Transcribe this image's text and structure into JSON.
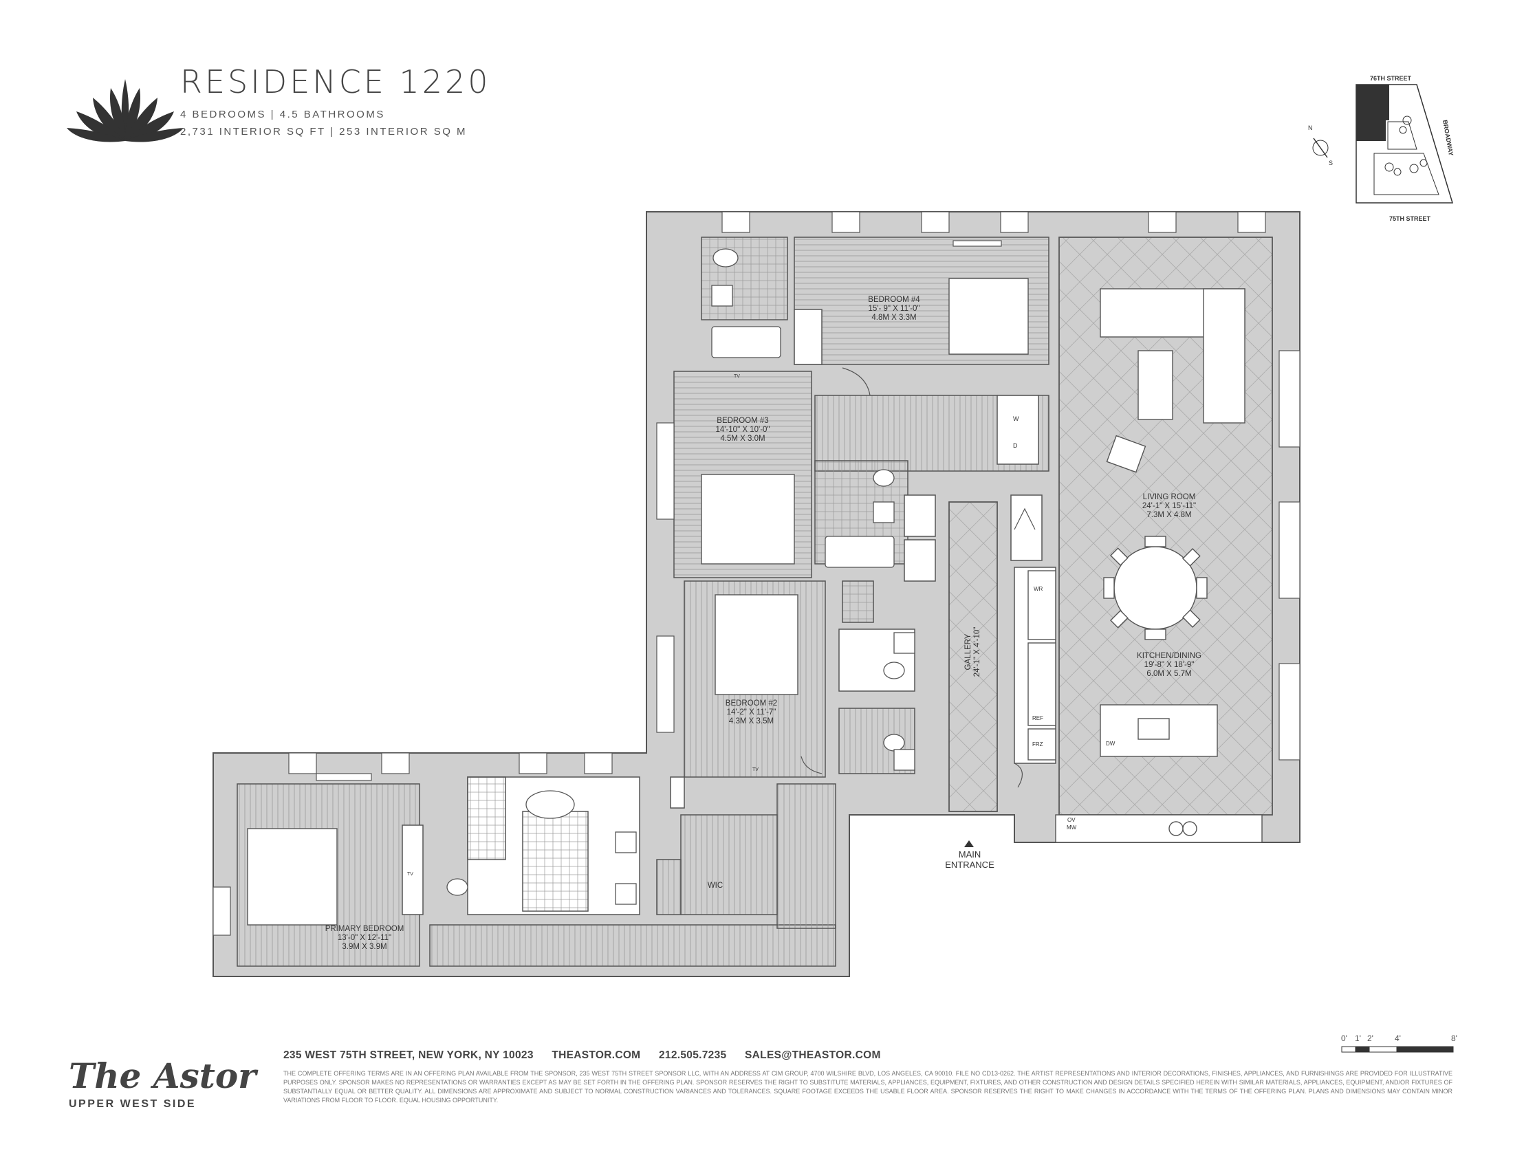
{
  "header": {
    "title": "RESIDENCE 1220",
    "line1": "4 BEDROOMS | 4.5 BATHROOMS",
    "line2": "2,731 INTERIOR SQ FT | 253 INTERIOR SQ M"
  },
  "keyplan": {
    "street_top": "76TH STREET",
    "street_bottom": "75TH STREET",
    "avenue": "BROADWAY",
    "north": "N",
    "south": "S"
  },
  "rooms": {
    "bedroom4": {
      "name": "BEDROOM #4",
      "dims_imperial": "15'- 9\" X 11'-0\"",
      "dims_metric": "4.8M X 3.3M"
    },
    "bedroom3": {
      "name": "BEDROOM #3",
      "dims_imperial": "14'-10\" X 10'-0\"",
      "dims_metric": "4.5M X 3.0M"
    },
    "bedroom2": {
      "name": "BEDROOM #2",
      "dims_imperial": "14'-2\" X 11'-7\"",
      "dims_metric": "4.3M X 3.5M"
    },
    "primary": {
      "name": "PRIMARY BEDROOM",
      "dims_imperial": "13'-0\" X 12'-11\"",
      "dims_metric": "3.9M X 3.9M"
    },
    "living": {
      "name": "LIVING ROOM",
      "dims_imperial": "24'-1\" X 15'-11\"",
      "dims_metric": "7.3M X 4.8M"
    },
    "kitchen": {
      "name": "KITCHEN/DINING",
      "dims_imperial": "19'-8\" X 18'-9\"",
      "dims_metric": "6.0M X 5.7M"
    },
    "gallery": {
      "name": "GALLERY",
      "dims_imperial": "24'-1\" X 4'-10\""
    },
    "wic": {
      "name": "WIC"
    },
    "entrance": {
      "line1": "MAIN",
      "line2": "ENTRANCE"
    }
  },
  "fixtures": {
    "washer": "W",
    "dryer": "D",
    "wr": "WR",
    "ref": "REF",
    "frz": "FRZ",
    "dw": "DW",
    "ov": "OV",
    "mw": "MW",
    "tv": "TV"
  },
  "footer": {
    "brand": "The Astor",
    "area": "UPPER WEST SIDE",
    "address": "235 WEST 75TH STREET, NEW YORK, NY 10023",
    "website": "THEASTOR.COM",
    "phone": "212.505.7235",
    "email": "SALES@THEASTOR.COM",
    "disclaimer": "The complete offering terms are in an offering plan available from the sponsor, 235 West 75th Street Sponsor LLC, with an address at CIM Group, 4700 Wilshire Blvd, Los Angeles, CA 90010. File No CD13-0262. The artist representations and interior decorations, finishes, appliances, and furnishings are provided for illustrative purposes only. Sponsor makes no representations or warranties except as may be set forth in the offering plan. Sponsor reserves the right to substitute materials, appliances, equipment, fixtures, and other construction and design details specified herein with similar materials, appliances, equipment, and/or fixtures of substantially equal or better quality. All dimensions are approximate and subject to normal construction variances and tolerances. Square footage exceeds the usable floor area. Sponsor reserves the right to make changes in accordance with the terms of the offering plan. Plans and dimensions may contain minor variations from floor to floor. Equal housing opportunity."
  },
  "scale": {
    "t0": "0'",
    "t1": "1'",
    "t2": "2'",
    "t4": "4'",
    "t8": "8'"
  },
  "colors": {
    "wall": "#cfcfcf",
    "line": "#555555",
    "ink": "#333333"
  }
}
